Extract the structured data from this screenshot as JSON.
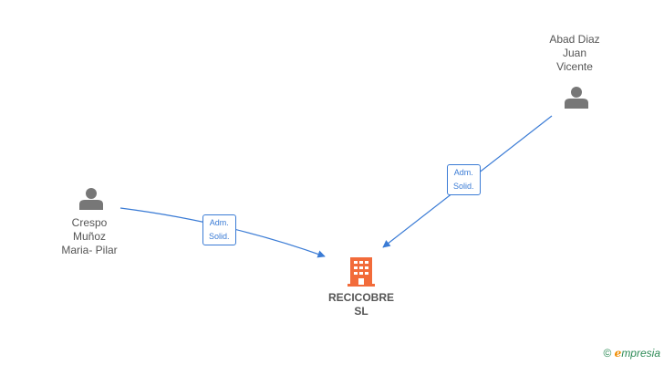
{
  "people": [
    {
      "id": "abad",
      "lines": [
        "Abad Diaz",
        "Juan",
        "Vicente"
      ]
    },
    {
      "id": "crespo",
      "lines": [
        "Crespo",
        "Muñoz",
        "Maria- Pilar"
      ]
    }
  ],
  "company": {
    "lines": [
      "RECICOBRE",
      "SL"
    ]
  },
  "relations": [
    {
      "from": "abad",
      "role": [
        "Adm.",
        "Solid."
      ]
    },
    {
      "from": "crespo",
      "role": [
        "Adm.",
        "Solid."
      ]
    }
  ],
  "colors": {
    "person": "#777777",
    "company": "#f26b3a",
    "edge": "#3a7bd5",
    "text": "#555555"
  },
  "icons": {
    "person": "person-icon",
    "company": "building-icon",
    "copyright": "copyright-icon"
  },
  "footer": {
    "copyright_symbol": "©",
    "brand_initial": "e",
    "brand_rest": "mpresia"
  }
}
